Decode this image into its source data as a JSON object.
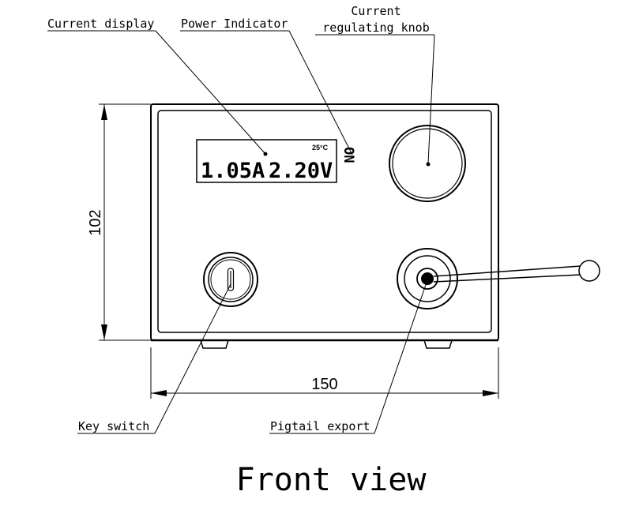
{
  "labels": {
    "current_display": "Current display",
    "power_indicator": "Power Indicator",
    "knob_line1": "Current",
    "knob_line2": "regulating knob",
    "key_switch": "Key switch",
    "pigtail_export": "Pigtail export"
  },
  "display": {
    "current": "1.05A",
    "voltage": "2.20V",
    "temperature": "25°C"
  },
  "indicator_text": "ON",
  "dimensions": {
    "height": "102",
    "width": "150"
  },
  "title": "Front view"
}
